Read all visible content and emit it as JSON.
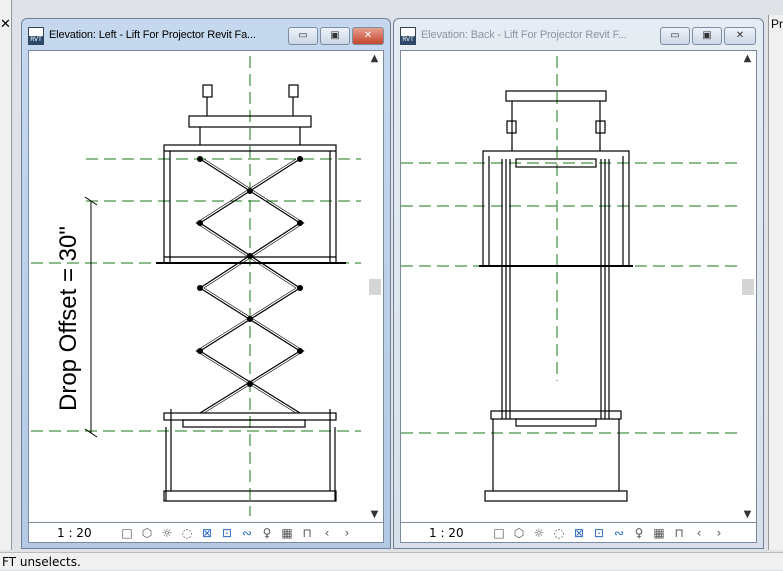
{
  "app": {
    "close_glyph": "✕",
    "right_panel_label": "Pr",
    "status_text": "FT unselects."
  },
  "views": [
    {
      "title": "Elevation: Left - Lift For Projector Revit Fa...",
      "file_badge": "RVT",
      "scale": "1 : 20",
      "active": true,
      "dimension_label": "Drop Offset = 30\""
    },
    {
      "title": "Elevation: Back - Lift For Projector Revit F...",
      "file_badge": "RVT",
      "scale": "1 : 20",
      "active": false
    }
  ],
  "window_buttons": {
    "minimize": "▭",
    "restore": "▣",
    "close": "✕"
  },
  "viewbar_icons": [
    "detail-level-icon",
    "visual-style-icon",
    "sun-path-icon",
    "shadows-icon",
    "crop-view-icon",
    "show-crop-icon",
    "temporary-hide-icon",
    "reveal-hidden-icon",
    "lock-3d-icon",
    "analytical-model-icon",
    "highlight-displacement-icon",
    "constraints-icon",
    "previous-icon",
    "next-icon"
  ],
  "colors": {
    "active_title": "#b3c9e4",
    "close_red": "#c4452d",
    "reference_plane": "#1a7a1a"
  }
}
